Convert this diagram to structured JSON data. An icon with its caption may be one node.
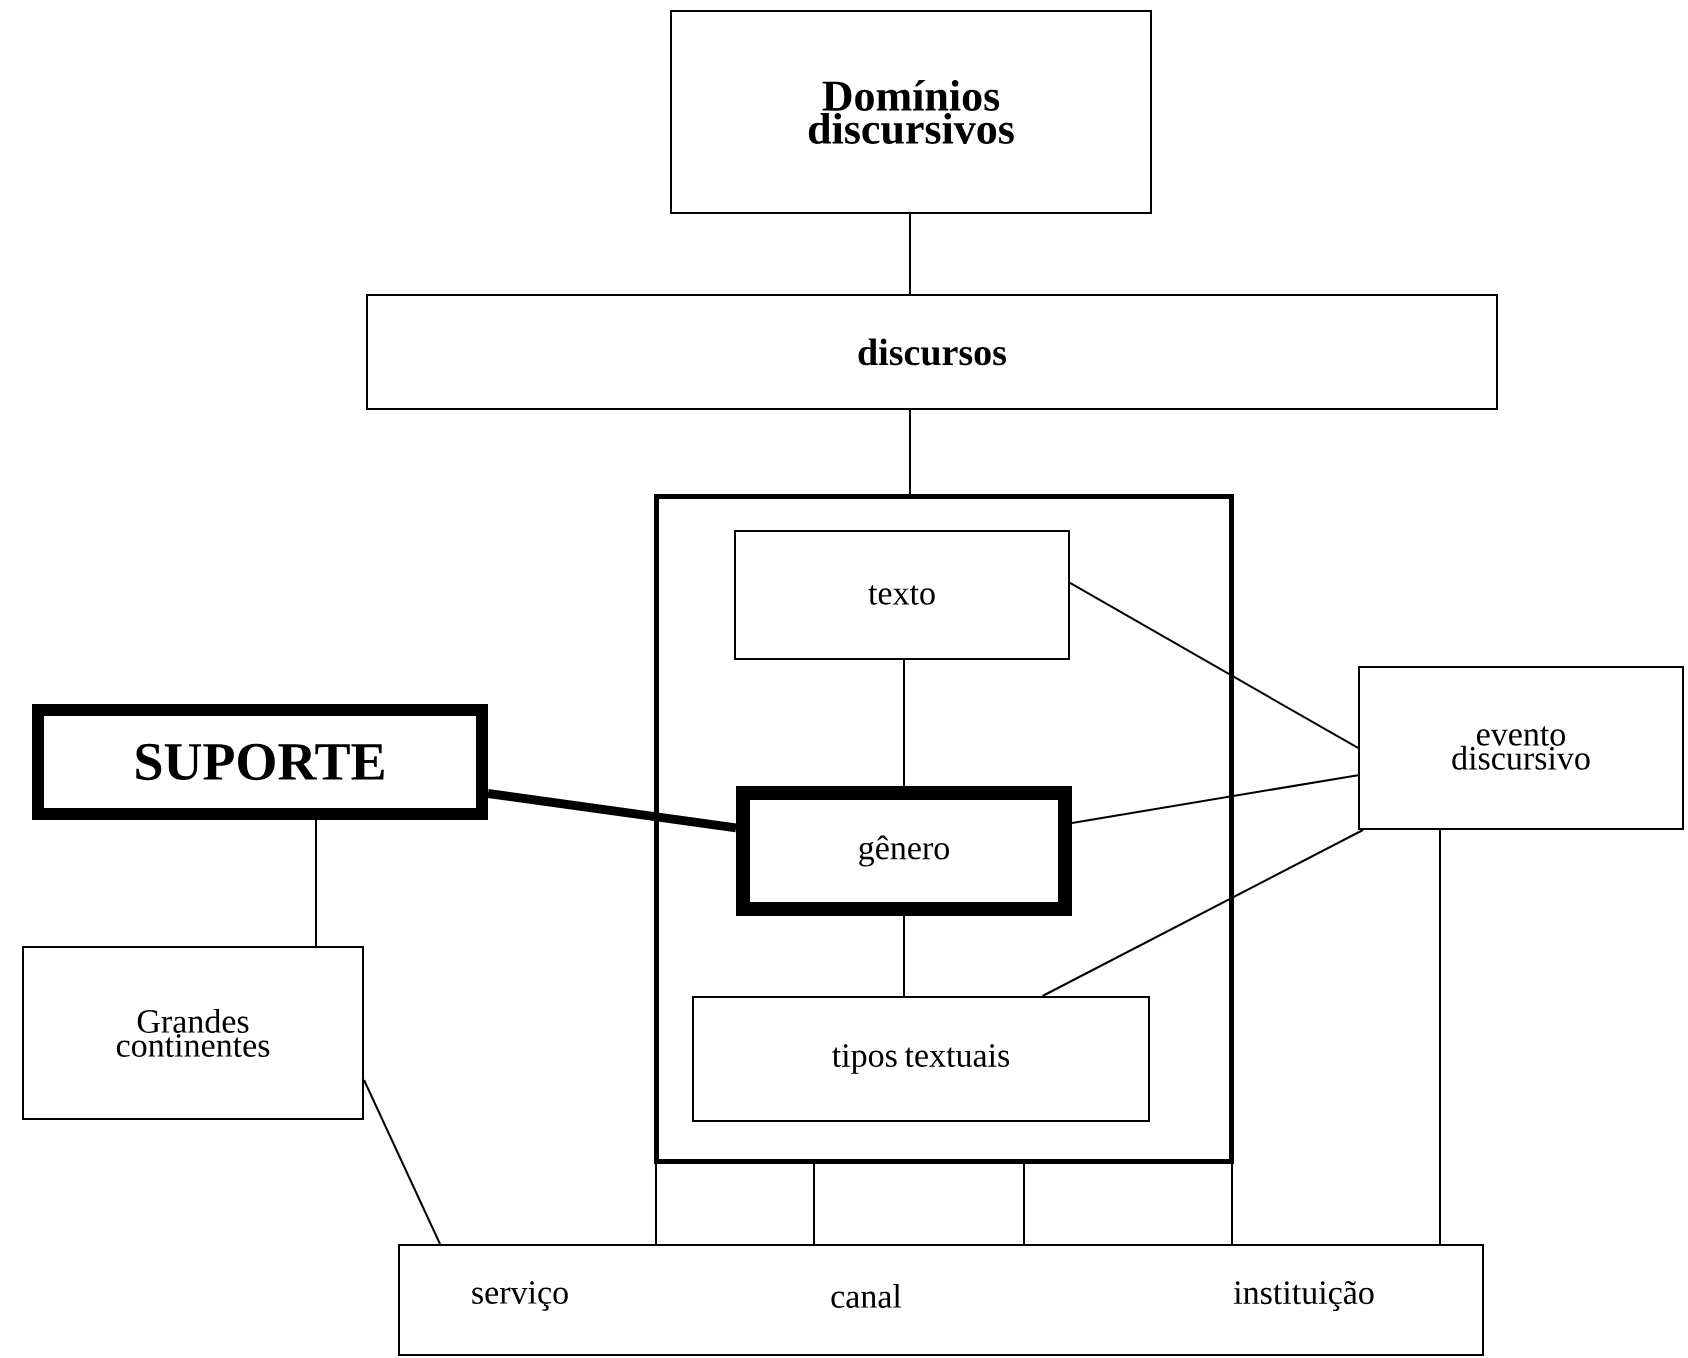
{
  "diagram": {
    "nodes": [
      {
        "text": [
          "Domínios discursivos"
        ]
      },
      {
        "text": [
          "discursos"
        ]
      },
      {
        "text": [],
        "shape": "box"
      },
      {
        "text": [
          "texto"
        ],
        "in": 2
      },
      {
        "text": [
          "gênero"
        ],
        "in": 2
      },
      {
        "text": [
          "tipos textuais"
        ],
        "in": 2
      },
      {
        "text": [
          "SUPORTE"
        ]
      },
      {
        "text": [
          "evento discursivo"
        ]
      },
      {
        "text": [
          "Grandes continentes"
        ]
      },
      {
        "text": [
          "serviço",
          "canal",
          "instituição"
        ]
      }
    ],
    "edges": [
      {
        "from": 0,
        "to": 1,
        "arrow": "none"
      },
      {
        "from": 1,
        "to": 2,
        "arrow": "none"
      },
      {
        "from": 3,
        "to": 4,
        "arrow": "none"
      },
      {
        "from": 4,
        "to": 5,
        "arrow": "none"
      },
      {
        "from": 6,
        "to": 4,
        "arrow": "none",
        "style": "thick"
      },
      {
        "from": 6,
        "to": 8,
        "arrow": "none"
      },
      {
        "from": 3,
        "to": 7,
        "arrow": "none"
      },
      {
        "from": 4,
        "to": 7,
        "arrow": "none"
      },
      {
        "from": 5,
        "to": 7,
        "arrow": "none"
      },
      {
        "from": 8,
        "to": 9,
        "arrow": "none"
      },
      {
        "from": 2,
        "to": 9,
        "arrow": "none"
      },
      {
        "from": 2,
        "to": 9,
        "arrow": "none"
      },
      {
        "from": 2,
        "to": 9,
        "arrow": "none"
      },
      {
        "from": 2,
        "to": 9,
        "arrow": "none"
      },
      {
        "from": 7,
        "to": 9,
        "arrow": "none"
      }
    ]
  }
}
